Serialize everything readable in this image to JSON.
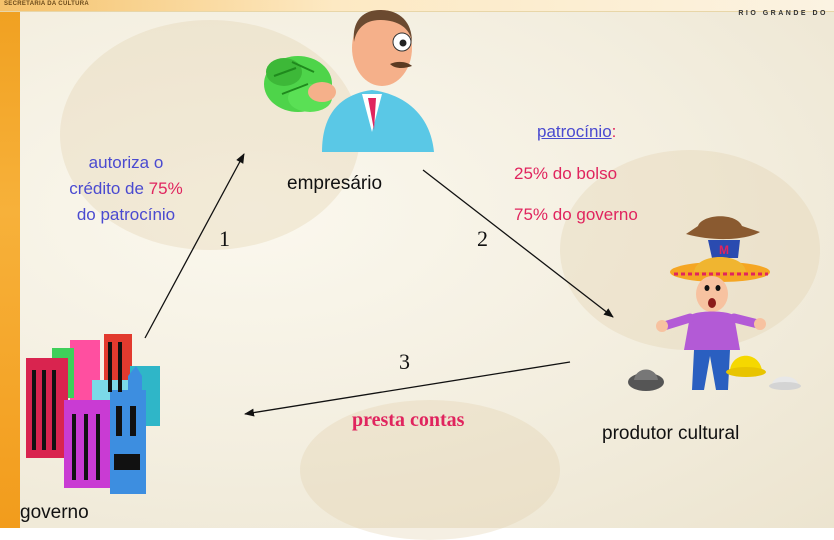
{
  "header": {
    "left_label": "SECRETARIA DA CULTURA",
    "right_label": "RIO GRANDE DO"
  },
  "nodes": {
    "empresario": "empresário",
    "governo": "governo",
    "produtor": "produtor cultural"
  },
  "sponsorship": {
    "title": "patrocínio",
    "colon": ":",
    "line1": "25% do bolso",
    "line2": "75% do governo"
  },
  "credit_note": {
    "line1": "autoriza o",
    "line2_prefix": "crédito de ",
    "line2_value": "75%",
    "line3": "do patrocínio"
  },
  "steps": {
    "one": "1",
    "two": "2",
    "three": "3"
  },
  "accountability": "presta contas",
  "colors": {
    "blue_text": "#4a4ad0",
    "pink_text": "#e0245e",
    "accent_orange": "#f29c1c"
  }
}
